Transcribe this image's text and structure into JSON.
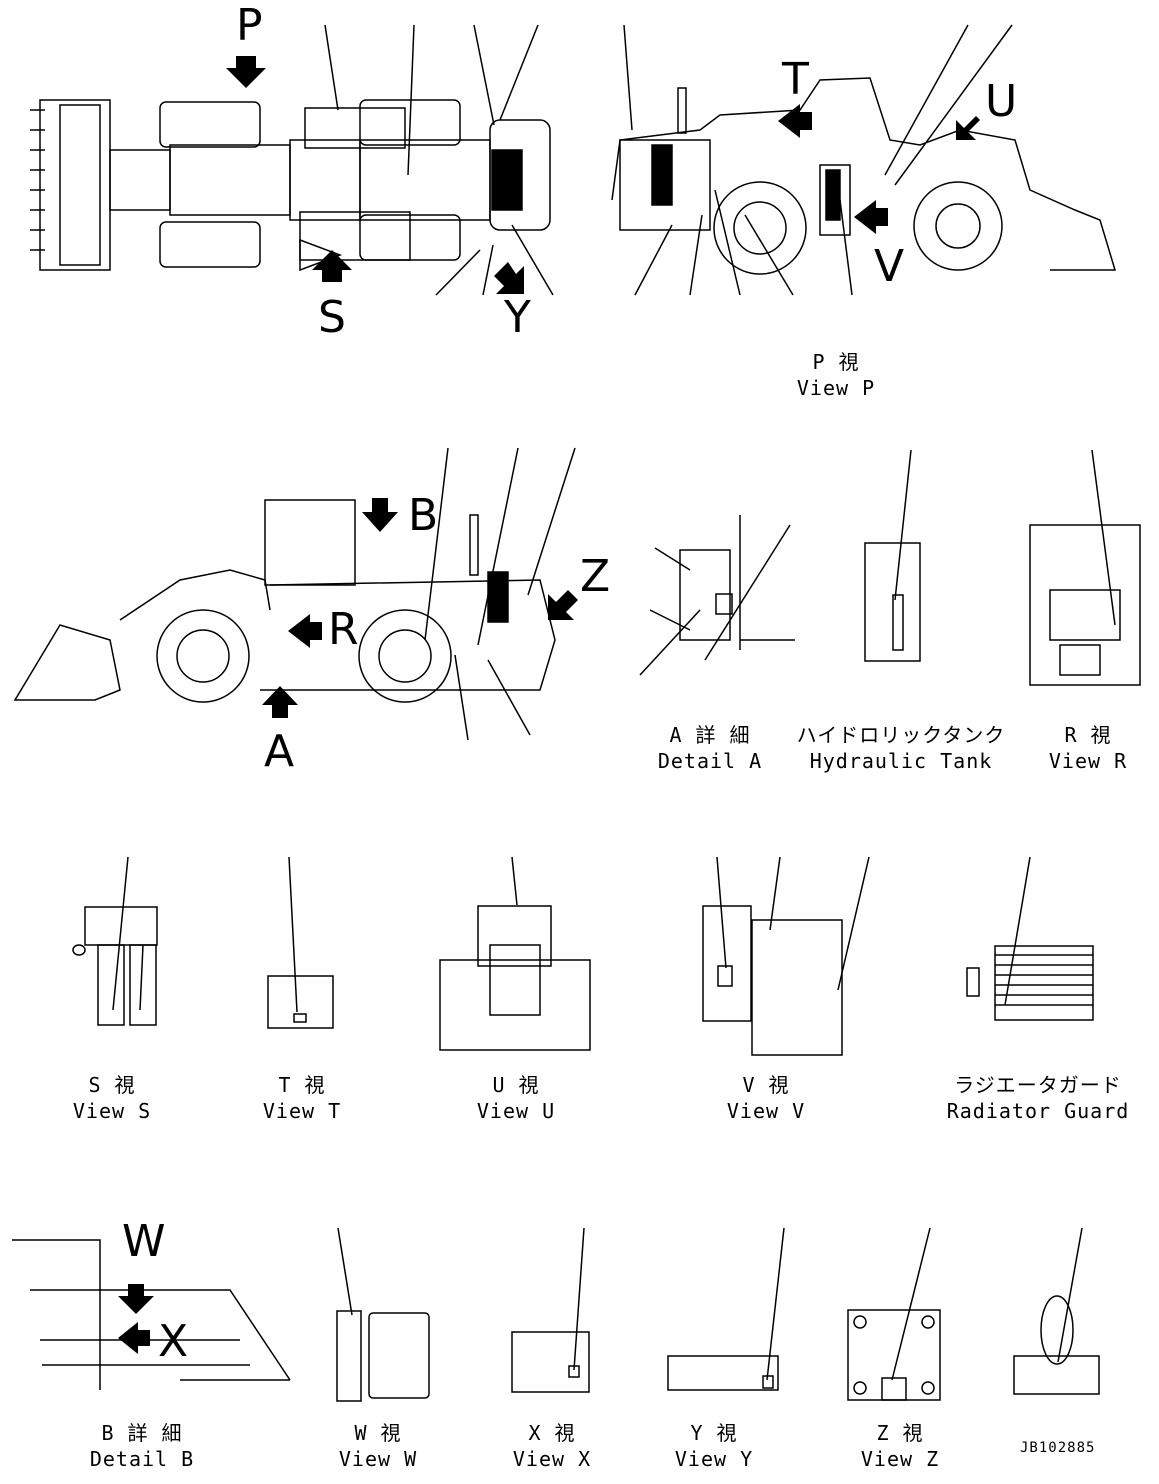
{
  "views": {
    "p": {
      "jp": "P 視",
      "en": "View P"
    },
    "a": {
      "jp": "A 詳 細",
      "en": "Detail A"
    },
    "hyd": {
      "jp": "ハイドロリックタンク",
      "en": "Hydraulic Tank"
    },
    "r": {
      "jp": "R 視",
      "en": "View R"
    },
    "s": {
      "jp": "S 視",
      "en": "View S"
    },
    "t": {
      "jp": "T 視",
      "en": "View T"
    },
    "u": {
      "jp": "U 視",
      "en": "View U"
    },
    "v": {
      "jp": "V 視",
      "en": "View V"
    },
    "rad": {
      "jp": "ラジエータガード",
      "en": "Radiator Guard"
    },
    "b": {
      "jp": "B 詳 細",
      "en": "Detail B"
    },
    "w": {
      "jp": "W 視",
      "en": "View W"
    },
    "x": {
      "jp": "X 視",
      "en": "View X"
    },
    "y": {
      "jp": "Y 視",
      "en": "View Y"
    },
    "z": {
      "jp": "Z 視",
      "en": "View Z"
    }
  },
  "arrows": {
    "p": "P",
    "s": "S",
    "y": "Y",
    "t": "T",
    "u": "U",
    "v": "V",
    "b": "B",
    "z": "Z",
    "r": "R",
    "a": "A",
    "w": "W",
    "x": "X"
  },
  "drawing_code": "JB102885"
}
